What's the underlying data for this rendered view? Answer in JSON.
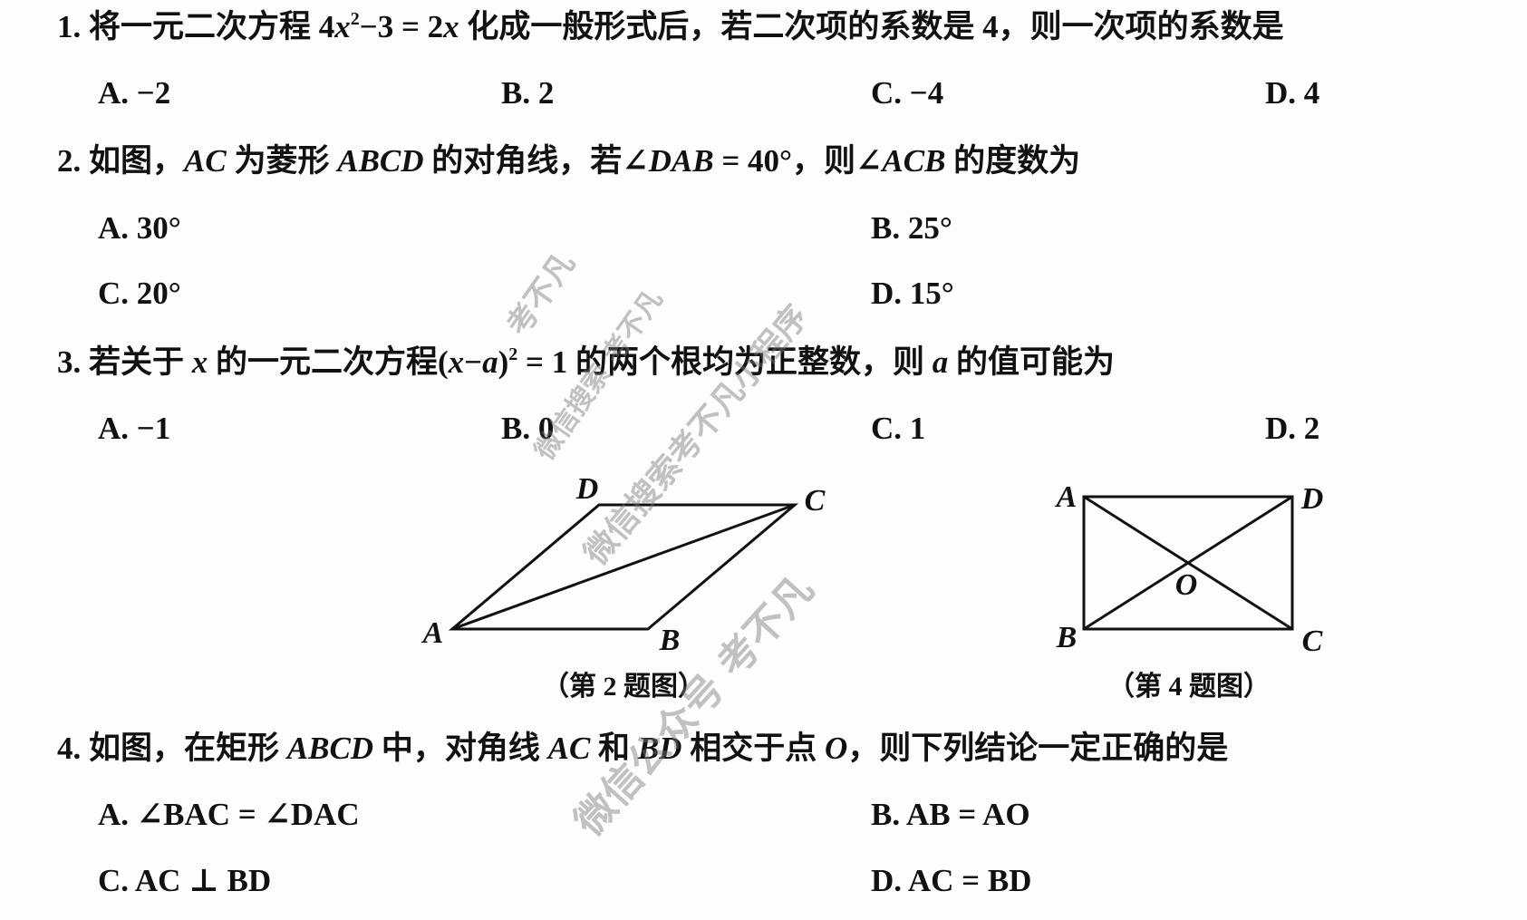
{
  "questions": [
    {
      "stem": [
        {
          "t": "1. 将一元二次方程 4"
        },
        {
          "t": "x",
          "i": true
        },
        {
          "t": "2",
          "sup": true
        },
        {
          "t": "−3 = 2"
        },
        {
          "t": "x",
          "i": true
        },
        {
          "t": " 化成一般形式后，若二次项的系数是 4，则一次项的系数是"
        }
      ],
      "options": [
        "A. −2",
        "B. 2",
        "C. −4",
        "D. 4"
      ]
    },
    {
      "stem": [
        {
          "t": "2. 如图，"
        },
        {
          "t": "AC",
          "i": true
        },
        {
          "t": " 为菱形 "
        },
        {
          "t": "ABCD",
          "i": true
        },
        {
          "t": " 的对角线，若∠"
        },
        {
          "t": "DAB",
          "i": true
        },
        {
          "t": " = 40°，则∠"
        },
        {
          "t": "ACB",
          "i": true
        },
        {
          "t": " 的度数为"
        }
      ],
      "options": [
        "A. 30°",
        "B. 25°",
        "C. 20°",
        "D. 15°"
      ]
    },
    {
      "stem": [
        {
          "t": "3. 若关于 "
        },
        {
          "t": "x",
          "i": true
        },
        {
          "t": " 的一元二次方程("
        },
        {
          "t": "x",
          "i": true
        },
        {
          "t": "−"
        },
        {
          "t": "a",
          "i": true
        },
        {
          "t": ")"
        },
        {
          "t": "2",
          "sup": true
        },
        {
          "t": " = 1 的两个根均为正整数，则 "
        },
        {
          "t": "a",
          "i": true
        },
        {
          "t": " 的值可能为"
        }
      ],
      "options": [
        "A. −1",
        "B. 0",
        "C. 1",
        "D. 2"
      ]
    },
    {
      "stem": [
        {
          "t": "4. 如图，在矩形 "
        },
        {
          "t": "ABCD",
          "i": true
        },
        {
          "t": " 中，对角线 "
        },
        {
          "t": "AC",
          "i": true
        },
        {
          "t": " 和 "
        },
        {
          "t": "BD",
          "i": true
        },
        {
          "t": " 相交于点 "
        },
        {
          "t": "O",
          "i": true
        },
        {
          "t": "，则下列结论一定正确的是"
        }
      ],
      "options": [
        "A. ∠BAC = ∠DAC",
        "B. AB = AO",
        "C. AC ⊥ BD",
        "D. AC = BD"
      ]
    }
  ],
  "figure2": {
    "labels": {
      "A": "A",
      "B": "B",
      "C": "C",
      "D": "D"
    },
    "caption": "（第 2 题图）"
  },
  "figure4": {
    "labels": {
      "A": "A",
      "B": "B",
      "C": "C",
      "D": "D",
      "O": "O"
    },
    "caption": "（第 4 题图）"
  },
  "watermarks": [
    "考不凡",
    "微信搜索 考不凡",
    "微信搜索考不凡小程序",
    "微信公众号 考不凡"
  ]
}
